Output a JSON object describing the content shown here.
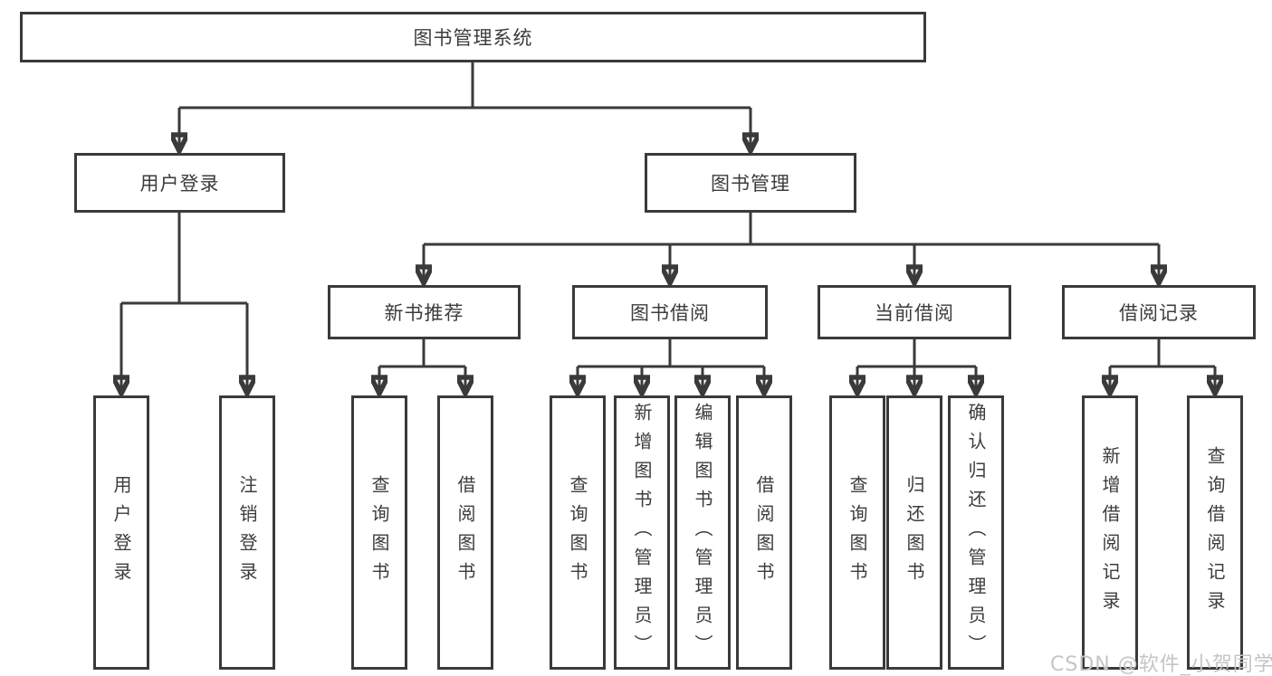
{
  "colors": {
    "line": "#3a3a3a",
    "text": "#3c3c3c",
    "box_background": "#ffffff",
    "watermark": "#c5c5c5"
  },
  "watermark": {
    "text": "CSDN @软件_小贺同学"
  },
  "tree": {
    "root": {
      "label": "图书管理系统"
    },
    "level2": [
      {
        "label": "用户登录"
      },
      {
        "label": "图书管理"
      }
    ],
    "level3": [
      {
        "label": "新书推荐"
      },
      {
        "label": "图书借阅"
      },
      {
        "label": "当前借阅"
      },
      {
        "label": "借阅记录"
      }
    ],
    "leaves": {
      "user_login": [
        "用户登录",
        "注销登录"
      ],
      "new_book_rec": [
        "查询图书",
        "借阅图书"
      ],
      "book_borrow": [
        "查询图书",
        "新增图书（管理员）",
        "编辑图书（管理员）",
        "借阅图书"
      ],
      "current_borrow": [
        "查询图书",
        "归还图书",
        "确认归还（管理员）"
      ],
      "borrow_records": [
        "新增借阅记录",
        "查询借阅记录"
      ]
    }
  }
}
